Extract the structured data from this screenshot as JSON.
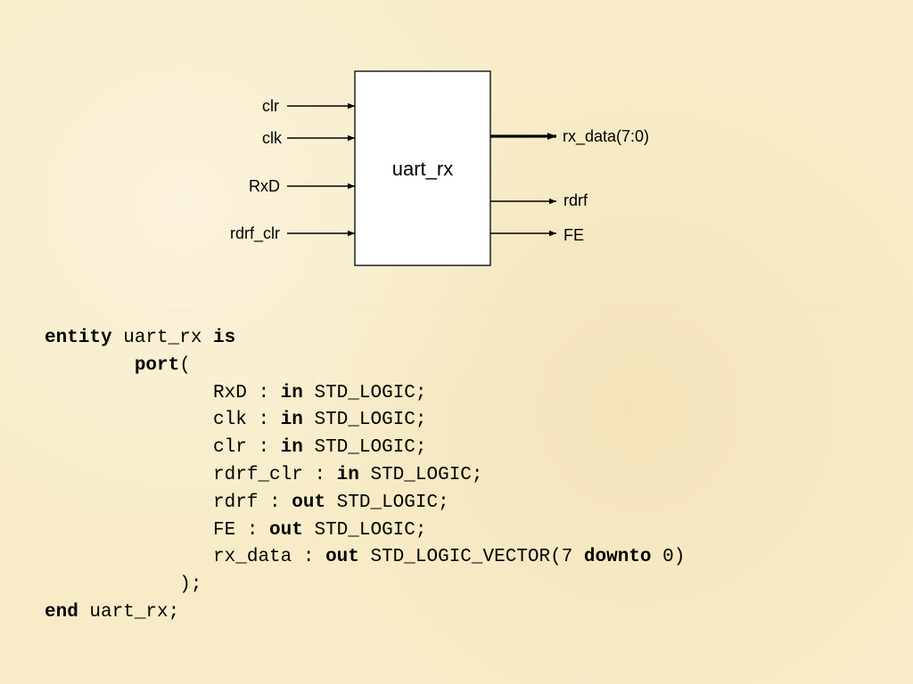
{
  "diagram": {
    "block_name": "uart_rx",
    "inputs": [
      "clr",
      "clk",
      "RxD",
      "rdrf_clr"
    ],
    "outputs": [
      {
        "name": "rx_data(7:0)",
        "bus": true
      },
      {
        "name": "rdrf",
        "bus": false
      },
      {
        "name": "FE",
        "bus": false
      }
    ]
  },
  "code": {
    "lines": [
      {
        "indent": "",
        "tokens": [
          {
            "t": "entity",
            "kw": true
          },
          {
            "t": " uart_rx "
          },
          {
            "t": "is",
            "kw": true
          }
        ]
      },
      {
        "indent": "        ",
        "tokens": [
          {
            "t": "port",
            "kw": true
          },
          {
            "t": "("
          }
        ]
      },
      {
        "indent": "               ",
        "tokens": [
          {
            "t": "RxD : "
          },
          {
            "t": "in",
            "kw": true
          },
          {
            "t": " STD_LOGIC;"
          }
        ]
      },
      {
        "indent": "               ",
        "tokens": [
          {
            "t": "clk : "
          },
          {
            "t": "in",
            "kw": true
          },
          {
            "t": " STD_LOGIC;"
          }
        ]
      },
      {
        "indent": "               ",
        "tokens": [
          {
            "t": "clr : "
          },
          {
            "t": "in",
            "kw": true
          },
          {
            "t": " STD_LOGIC;"
          }
        ]
      },
      {
        "indent": "               ",
        "tokens": [
          {
            "t": "rdrf_clr : "
          },
          {
            "t": "in",
            "kw": true
          },
          {
            "t": " STD_LOGIC;"
          }
        ]
      },
      {
        "indent": "               ",
        "tokens": [
          {
            "t": "rdrf : "
          },
          {
            "t": "out",
            "kw": true
          },
          {
            "t": " STD_LOGIC;"
          }
        ]
      },
      {
        "indent": "               ",
        "tokens": [
          {
            "t": "FE : "
          },
          {
            "t": "out",
            "kw": true
          },
          {
            "t": " STD_LOGIC;"
          }
        ]
      },
      {
        "indent": "               ",
        "tokens": [
          {
            "t": "rx_data : "
          },
          {
            "t": "out",
            "kw": true
          },
          {
            "t": " STD_LOGIC_VECTOR(7 "
          },
          {
            "t": "downto",
            "kw": true
          },
          {
            "t": " 0)"
          }
        ]
      },
      {
        "indent": "            ",
        "tokens": [
          {
            "t": ");"
          }
        ]
      },
      {
        "indent": "",
        "tokens": [
          {
            "t": "end",
            "kw": true
          },
          {
            "t": " uart_rx;"
          }
        ]
      }
    ]
  }
}
